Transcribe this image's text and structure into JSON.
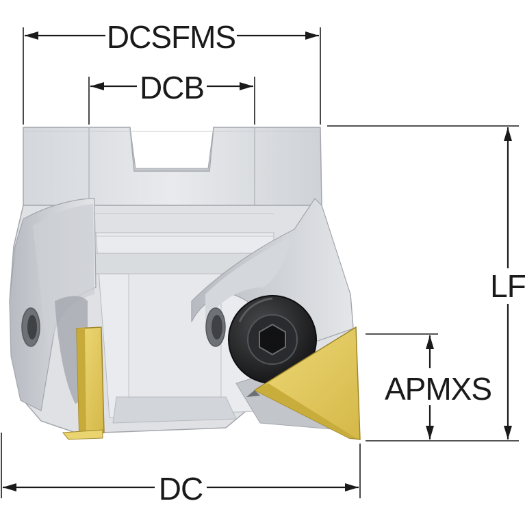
{
  "dimensions": {
    "dcsfms": "DCSFMS",
    "dcb": "DCB",
    "lf": "LF",
    "apmxs": "APMXS",
    "dc": "DC"
  },
  "colors": {
    "body_light": "#e3e5e8",
    "body_mid": "#cfd2d6",
    "body_dark": "#a9adb3",
    "outline": "#9a9ea4",
    "insert": "#e6cf63",
    "insert_dark": "#c9ad3c",
    "screw": "#1f1f21",
    "dimension": "#1a1a1a"
  }
}
